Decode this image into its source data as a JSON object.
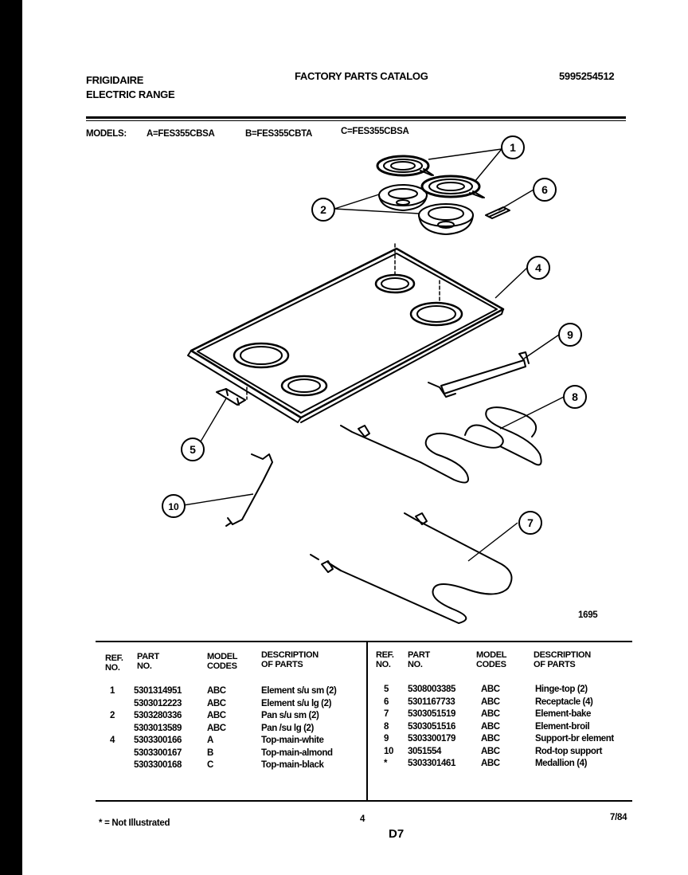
{
  "header": {
    "brand": "FRIGIDAIRE",
    "product": "ELECTRIC RANGE",
    "catalog_title": "FACTORY PARTS CATALOG",
    "catalog_number": "5995254512"
  },
  "models": {
    "label": "MODELS:",
    "a": "A=FES355CBSA",
    "b": "B=FES355CBTA",
    "c": "C=FES355CBSA"
  },
  "diagram": {
    "figure_number": "1695",
    "callouts": [
      "1",
      "2",
      "4",
      "5",
      "6",
      "7",
      "8",
      "9",
      "10"
    ]
  },
  "table": {
    "headers": {
      "ref": "REF.\nNO.",
      "part": "PART\nNO.",
      "model": "MODEL\nCODES",
      "desc": "DESCRIPTION\nOF PARTS"
    },
    "left_rows": [
      {
        "ref": "1",
        "part": "5301314951",
        "codes": "ABC",
        "desc": "Element s/u sm (2)"
      },
      {
        "ref": "",
        "part": "5303012223",
        "codes": "ABC",
        "desc": "Element s/u lg (2)"
      },
      {
        "ref": "2",
        "part": "5303280336",
        "codes": "ABC",
        "desc": "Pan s/u sm (2)"
      },
      {
        "ref": "",
        "part": "5303013589",
        "codes": "ABC",
        "desc": "Pan /su lg (2)"
      },
      {
        "ref": "4",
        "part": "5303300166",
        "codes": "A",
        "desc": "Top-main-white"
      },
      {
        "ref": "",
        "part": "5303300167",
        "codes": "B",
        "desc": "Top-main-almond"
      },
      {
        "ref": "",
        "part": "5303300168",
        "codes": "C",
        "desc": "Top-main-black"
      }
    ],
    "right_rows": [
      {
        "ref": "5",
        "part": "5308003385",
        "codes": "ABC",
        "desc": "Hinge-top (2)"
      },
      {
        "ref": "6",
        "part": "5301167733",
        "codes": "ABC",
        "desc": "Receptacle (4)"
      },
      {
        "ref": "7",
        "part": "5303051519",
        "codes": "ABC",
        "desc": "Element-bake"
      },
      {
        "ref": "8",
        "part": "5303051516",
        "codes": "ABC",
        "desc": "Element-broil"
      },
      {
        "ref": "9",
        "part": "5303300179",
        "codes": "ABC",
        "desc": "Support-br element"
      },
      {
        "ref": "10",
        "part": "3051554",
        "codes": "ABC",
        "desc": "Rod-top support"
      },
      {
        "ref": "*",
        "part": "5303301461",
        "codes": "ABC",
        "desc": "Medallion (4)"
      }
    ]
  },
  "footer": {
    "note": "* = Not Illustrated",
    "page_number": "4",
    "section_code": "D7",
    "date": "7/84"
  }
}
